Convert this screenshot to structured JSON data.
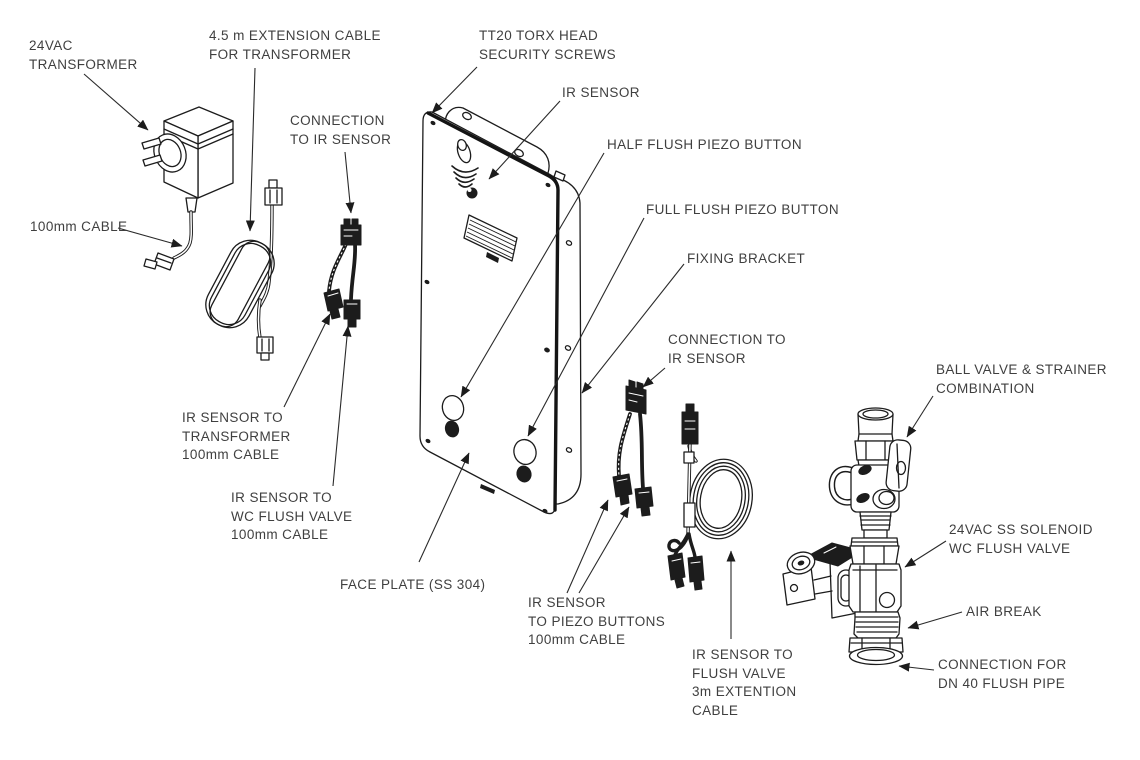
{
  "diagram": {
    "background": "#ffffff",
    "line_color": "#1c1c1c",
    "text_color": "#3f3f3f",
    "labels": {
      "transformer": {
        "text": "24VAC\nTRANSFORMER"
      },
      "extension_cable": {
        "text": "4.5 m EXTENSION CABLE\nFOR TRANSFORMER"
      },
      "connection_ir_left": {
        "text": "CONNECTION\nTO IR SENSOR"
      },
      "torx_screws": {
        "text": "TT20 TORX HEAD\nSECURITY SCREWS"
      },
      "ir_sensor": {
        "text": "IR SENSOR"
      },
      "half_flush": {
        "text": "HALF FLUSH PIEZO BUTTON"
      },
      "full_flush": {
        "text": "FULL FLUSH PIEZO BUTTON"
      },
      "fixing_bracket": {
        "text": "FIXING BRACKET"
      },
      "connection_ir_right": {
        "text": "CONNECTION TO\nIR SENSOR"
      },
      "ball_valve": {
        "text": "BALL VALVE & STRAINER\nCOMBINATION"
      },
      "cable_100mm": {
        "text": "100mm CABLE"
      },
      "ir_to_transformer": {
        "text": "IR SENSOR TO\nTRANSFORMER\n100mm CABLE"
      },
      "ir_to_wc_valve": {
        "text": "IR SENSOR TO\nWC FLUSH VALVE\n100mm CABLE"
      },
      "face_plate": {
        "text": "FACE PLATE (SS 304)"
      },
      "ir_to_piezo": {
        "text": "IR SENSOR\nTO PIEZO BUTTONS\n100mm CABLE"
      },
      "ir_to_flush_valve": {
        "text": "IR SENSOR TO\nFLUSH VALVE\n3m EXTENTION\nCABLE"
      },
      "solenoid_valve": {
        "text": "24VAC SS SOLENOID\nWC FLUSH VALVE"
      },
      "air_break": {
        "text": "AIR BREAK"
      },
      "dn40_connection": {
        "text": "CONNECTION FOR\nDN 40 FLUSH PIPE"
      }
    },
    "parts": [
      "24vac-transformer",
      "4.5m-extension-cable-coil",
      "ir-splitter-cable-left",
      "face-plate-with-fixing-bracket",
      "ir-splitter-cable-right",
      "3m-flush-valve-extension-cable",
      "ball-valve-strainer-solenoid-assembly"
    ]
  }
}
